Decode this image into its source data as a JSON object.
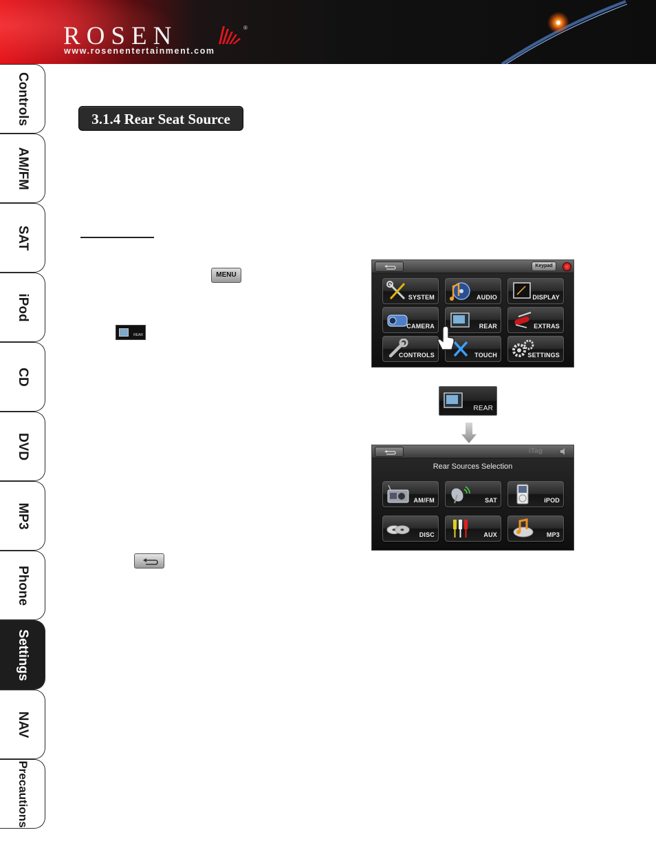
{
  "header": {
    "brand": "ROSEN",
    "registered": "®",
    "url": "www.rosenentertainment.com"
  },
  "tabs": [
    {
      "label": "Controls",
      "active": false
    },
    {
      "label": "AM/FM",
      "active": false
    },
    {
      "label": "SAT",
      "active": false
    },
    {
      "label": "iPod",
      "active": false
    },
    {
      "label": "CD",
      "active": false
    },
    {
      "label": "DVD",
      "active": false
    },
    {
      "label": "MP3",
      "active": false
    },
    {
      "label": "Phone",
      "active": false
    },
    {
      "label": "Settings",
      "active": true
    },
    {
      "label": "NAV",
      "active": false
    },
    {
      "label": "Precautions",
      "active": false
    }
  ],
  "section": {
    "heading": "3.1.4 Rear Seat Source"
  },
  "inline_buttons": {
    "menu_label": "MENU",
    "rear_label": "REAR"
  },
  "main_menu": {
    "keypad_label": "Keypad",
    "tiles": [
      "SYSTEM",
      "AUDIO",
      "DISPLAY",
      "CAMERA",
      "REAR",
      "EXTRAS",
      "CONTROLS",
      "TOUCH",
      "SETTINGS"
    ]
  },
  "rear_button": {
    "label": "REAR"
  },
  "rear_menu": {
    "title": "Rear Sources Selection",
    "status_tag": "iTag",
    "tiles": [
      "AM/FM",
      "SAT",
      "iPOD",
      "DISC",
      "AUX",
      "MP3"
    ]
  },
  "colors": {
    "header_red": "#e5141b",
    "tab_active_bg": "#1d1d1d",
    "heading_bg": "#2b2b2b"
  }
}
